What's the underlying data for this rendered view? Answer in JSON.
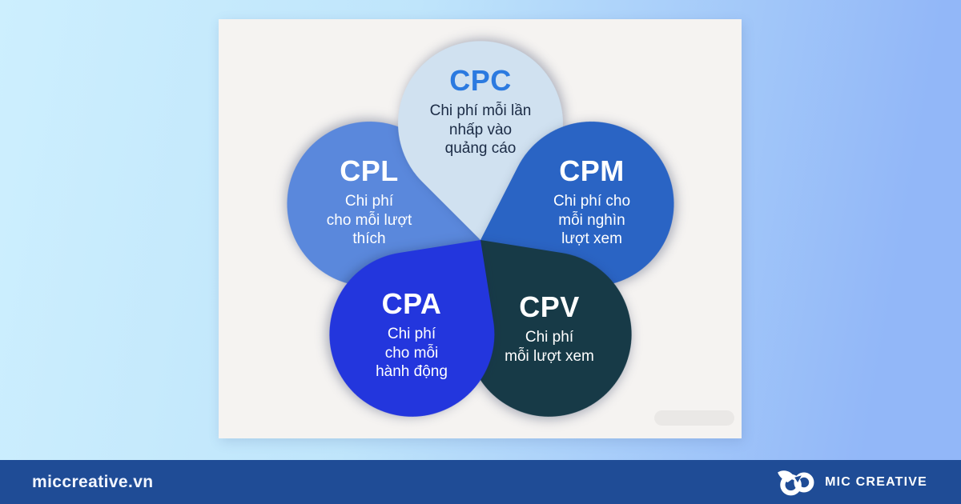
{
  "page": {
    "bg_gradient": [
      "#cdeffe",
      "#bfe5fb",
      "#92b7f8"
    ],
    "card_bg": "#f5f3f1"
  },
  "flower": {
    "petals": [
      {
        "code": "CPC",
        "desc": "Chi phí mỗi lần\nnhấp vào\nquảng cáo",
        "fill": "#d0e1f0",
        "title_color": "#2b7ae0",
        "text_color": "#1b2b45"
      },
      {
        "code": "CPL",
        "desc": "Chi phí\ncho mỗi lượt\nthích",
        "fill": "#5a88dc",
        "title_color": "#ffffff",
        "text_color": "#ffffff"
      },
      {
        "code": "CPM",
        "desc": "Chi phí cho\nmỗi nghìn\nlượt xem",
        "fill": "#2a64c4",
        "title_color": "#ffffff",
        "text_color": "#ffffff"
      },
      {
        "code": "CPA",
        "desc": "Chi phí\ncho mỗi\nhành động",
        "fill": "#2336dd",
        "title_color": "#ffffff",
        "text_color": "#ffffff"
      },
      {
        "code": "CPV",
        "desc": "Chi phí\nmỗi lượt xem",
        "fill": "#173a47",
        "title_color": "#ffffff",
        "text_color": "#ffffff"
      }
    ]
  },
  "footer": {
    "site": "miccreative.vn",
    "brand": "MIC CREATIVE",
    "bg": "#1f4c96",
    "logo_icon": "knot-infinity-icon"
  }
}
